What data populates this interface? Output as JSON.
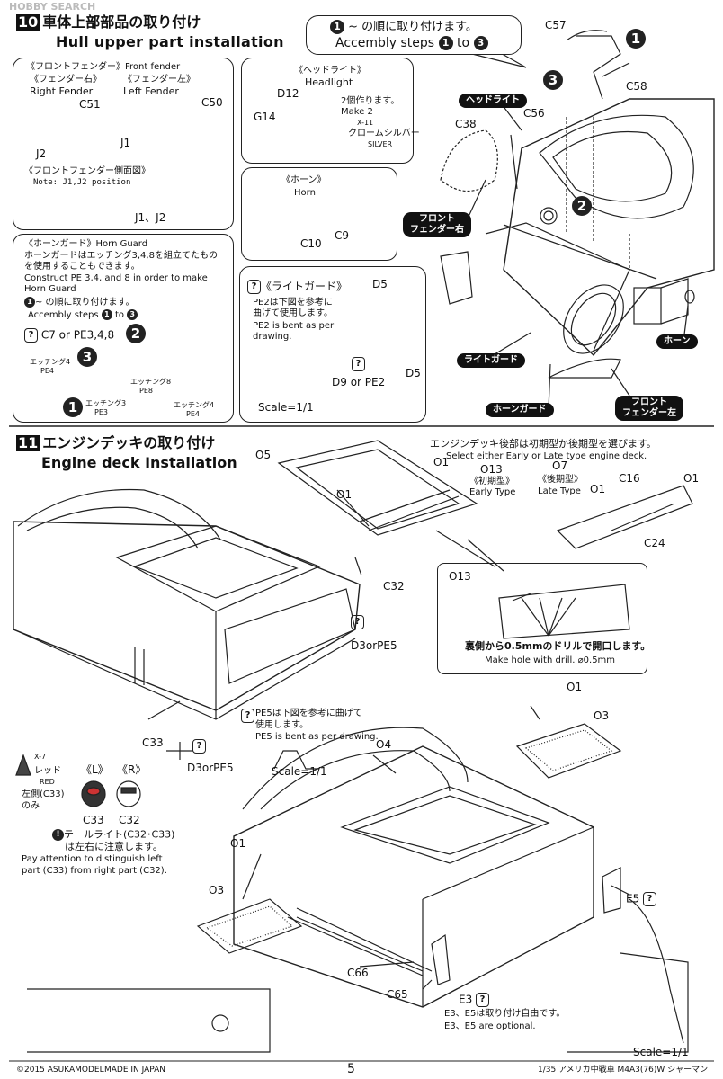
{
  "header": {
    "watermark": "HOBBY SEARCH"
  },
  "step10": {
    "number": "10",
    "title_jp": "車体上部部品の取り付け",
    "title_en": "Hull upper part installation",
    "callout_jp": "~ の順に取り付けます。",
    "callout_en_a": "Accembly steps",
    "callout_en_to": "to",
    "fender_title_jp": "《フロントフェンダー》",
    "fender_title_en": "Front fender",
    "right_fender_jp": "《フェンダー右》",
    "right_fender_en": "Right Fender",
    "left_fender_jp": "《フェンダー左》",
    "left_fender_en": "Left Fender",
    "fender_side_jp": "《フロントフェンダー側面図》",
    "fender_side_note": "Note: J1,J2 position",
    "headlight_jp": "《ヘッドライト》",
    "headlight_en": "Headlight",
    "make2_jp": "2個作ります。",
    "make2_en": "Make 2",
    "paint_code": "X-11",
    "paint_jp": "クロームシルバー",
    "paint_en": "SILVER",
    "horn_jp": "《ホーン》",
    "horn_en": "Horn",
    "hornguard_title": "《ホーンガード》Horn Guard",
    "hornguard_jp1": "ホーンガードはエッチング3,4,8を組立てたもの",
    "hornguard_jp2": "を使用することもできます。",
    "hornguard_en1": "Construct PE 3,4, and 8 in order to make",
    "hornguard_en2": "Horn Guard",
    "hornguard_steps_jp": "~ の順に取り付けます。",
    "hornguard_steps_en": "Accembly steps",
    "c7_option": "C7 or PE3,4,8",
    "etch4": "エッチング4",
    "pe4": "PE4",
    "etch8": "エッチング8",
    "pe8": "PE8",
    "etch3": "エッチング3",
    "pe3": "PE3",
    "lightguard_jp": "《ライトガード》",
    "pe2_jp1": "PE2は下図を参考に",
    "pe2_jp2": "曲げて使用します。",
    "pe2_en1": "PE2 is bent as per",
    "pe2_en2": "drawing.",
    "scale": "Scale=1/1",
    "d9_or_pe2": "D9 or PE2",
    "label_headlight": "ヘッドライト",
    "label_front_fender_r": "フロント\nフェンダー右",
    "label_light_guard": "ライトガード",
    "label_horn_guard": "ホーンガード",
    "label_horn": "ホーン",
    "label_front_fender_l": "フロント\nフェンダー左",
    "parts": [
      "C51",
      "C50",
      "J2",
      "J1",
      "J1、J2",
      "D12",
      "G14",
      "C10",
      "C9",
      "D5",
      "D5",
      "C57",
      "C58",
      "C56",
      "C38"
    ]
  },
  "step11": {
    "number": "11",
    "title_jp": "エンジンデッキの取り付け",
    "title_en": "Engine deck Installation",
    "select_jp": "エンジンデッキ後部は初期型か後期型を選びます。",
    "select_en": "Select either Early or Late type engine deck.",
    "early_jp": "《初期型》",
    "early_en": "Early Type",
    "late_jp": "《後期型》",
    "late_en": "Late Type",
    "hole_jp": "裏側から0.5mmのドリルで開口します。",
    "hole_en": "Make hole with drill. ⌀0.5mm",
    "pe5_jp1": "PE5は下図を参考に曲げて",
    "pe5_jp2": "使用します。",
    "pe5_en": "PE5 is bent as per drawing.",
    "scale": "Scale=1/1",
    "paint_code": "X-7",
    "paint_jp": "レッド",
    "paint_en": "RED",
    "left_only_jp": "左側(C33)",
    "left_only_jp2": "のみ",
    "L": "《L》",
    "R": "《R》",
    "taillight_jp1": "テールライト(C32･C33)",
    "taillight_jp2": "は左右に注意します。",
    "taillight_en1": "Pay attention to distinguish left",
    "taillight_en2": "part (C33) from right part (C32).",
    "optional_jp": "E3、E5は取り付け自由です。",
    "optional_en": "E3、E5 are optional.",
    "parts": [
      "O5",
      "O1",
      "O13",
      "O7",
      "O1",
      "C16",
      "O1",
      "C24",
      "O1",
      "O13",
      "C32",
      "D3orPE5",
      "C33",
      "D3orPE5",
      "O4",
      "O1",
      "O3",
      "O1",
      "O3",
      "C66",
      "C65",
      "E3",
      "E5",
      "C33",
      "C32"
    ]
  },
  "footer": {
    "copyright": "©2015 ASUKAMODEL",
    "made_in": "MADE IN JAPAN",
    "page": "5",
    "kit_name": "1/35 アメリカ中戦車 M4A3(76)W シャーマン"
  }
}
